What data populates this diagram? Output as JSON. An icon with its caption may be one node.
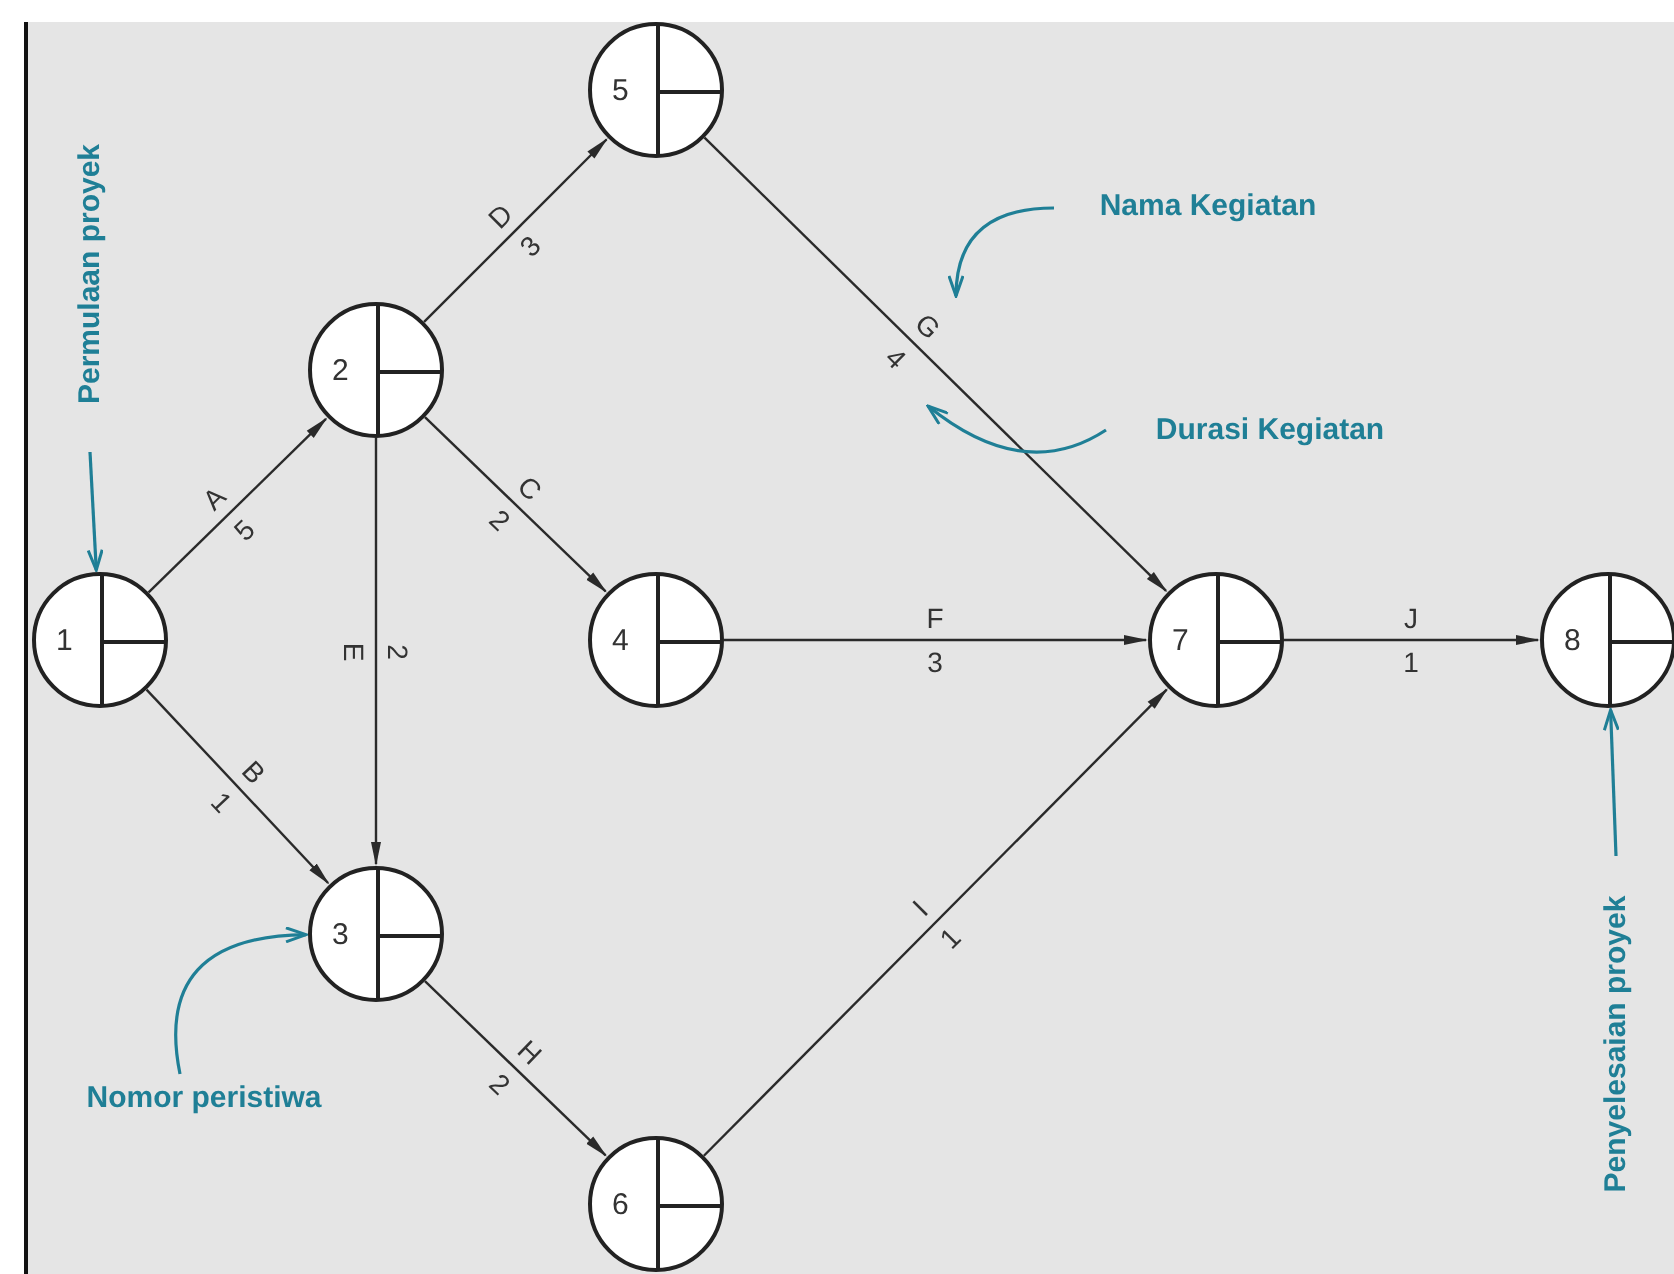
{
  "diagram": {
    "nodes": [
      {
        "text": [
          "1"
        ]
      },
      {
        "text": [
          "2"
        ]
      },
      {
        "text": [
          "3"
        ]
      },
      {
        "text": [
          "4"
        ]
      },
      {
        "text": [
          "5"
        ]
      },
      {
        "text": [
          "6"
        ]
      },
      {
        "text": [
          "7"
        ]
      },
      {
        "text": [
          "8"
        ]
      },
      {
        "text": [
          "Permulaan proyek"
        ]
      },
      {
        "text": [
          "Penyelesaian proyek"
        ]
      },
      {
        "text": [
          "Nomor peristiwa"
        ]
      },
      {
        "text": [
          "Nama Kegiatan"
        ]
      },
      {
        "text": [
          "Durasi Kegiatan"
        ]
      }
    ],
    "edges": [
      {
        "from": 0,
        "to": 1,
        "arrow": "to",
        "label": "A"
      },
      {
        "from": 0,
        "to": 2,
        "arrow": "to",
        "label": "B"
      },
      {
        "from": 1,
        "to": 4,
        "arrow": "to",
        "label": "D"
      },
      {
        "from": 1,
        "to": 3,
        "arrow": "to",
        "label": "C"
      },
      {
        "from": 1,
        "to": 2,
        "arrow": "to",
        "label": "E"
      },
      {
        "from": 4,
        "to": 6,
        "arrow": "to",
        "label": "G"
      },
      {
        "from": 3,
        "to": 6,
        "arrow": "to",
        "label": "F"
      },
      {
        "from": 2,
        "to": 5,
        "arrow": "to",
        "label": "H"
      },
      {
        "from": 5,
        "to": 6,
        "arrow": "to",
        "label": "I"
      },
      {
        "from": 6,
        "to": 7,
        "arrow": "to",
        "label": "J"
      },
      {
        "from": 8,
        "to": 0,
        "arrow": "to",
        "color": "#1f7f96"
      },
      {
        "from": 9,
        "to": 7,
        "arrow": "to",
        "color": "#1f7f96"
      },
      {
        "from": 10,
        "to": 2,
        "arrow": "to",
        "color": "#1f7f96"
      },
      {
        "from": 11,
        "to": null,
        "arrow": "to",
        "color": "#1f7f96"
      },
      {
        "from": 12,
        "to": null,
        "arrow": "to",
        "color": "#1f7f96"
      }
    ],
    "labels": [
      "3",
      "4",
      "5",
      "2",
      "2",
      "3",
      "1",
      "1",
      "2",
      "1"
    ]
  }
}
